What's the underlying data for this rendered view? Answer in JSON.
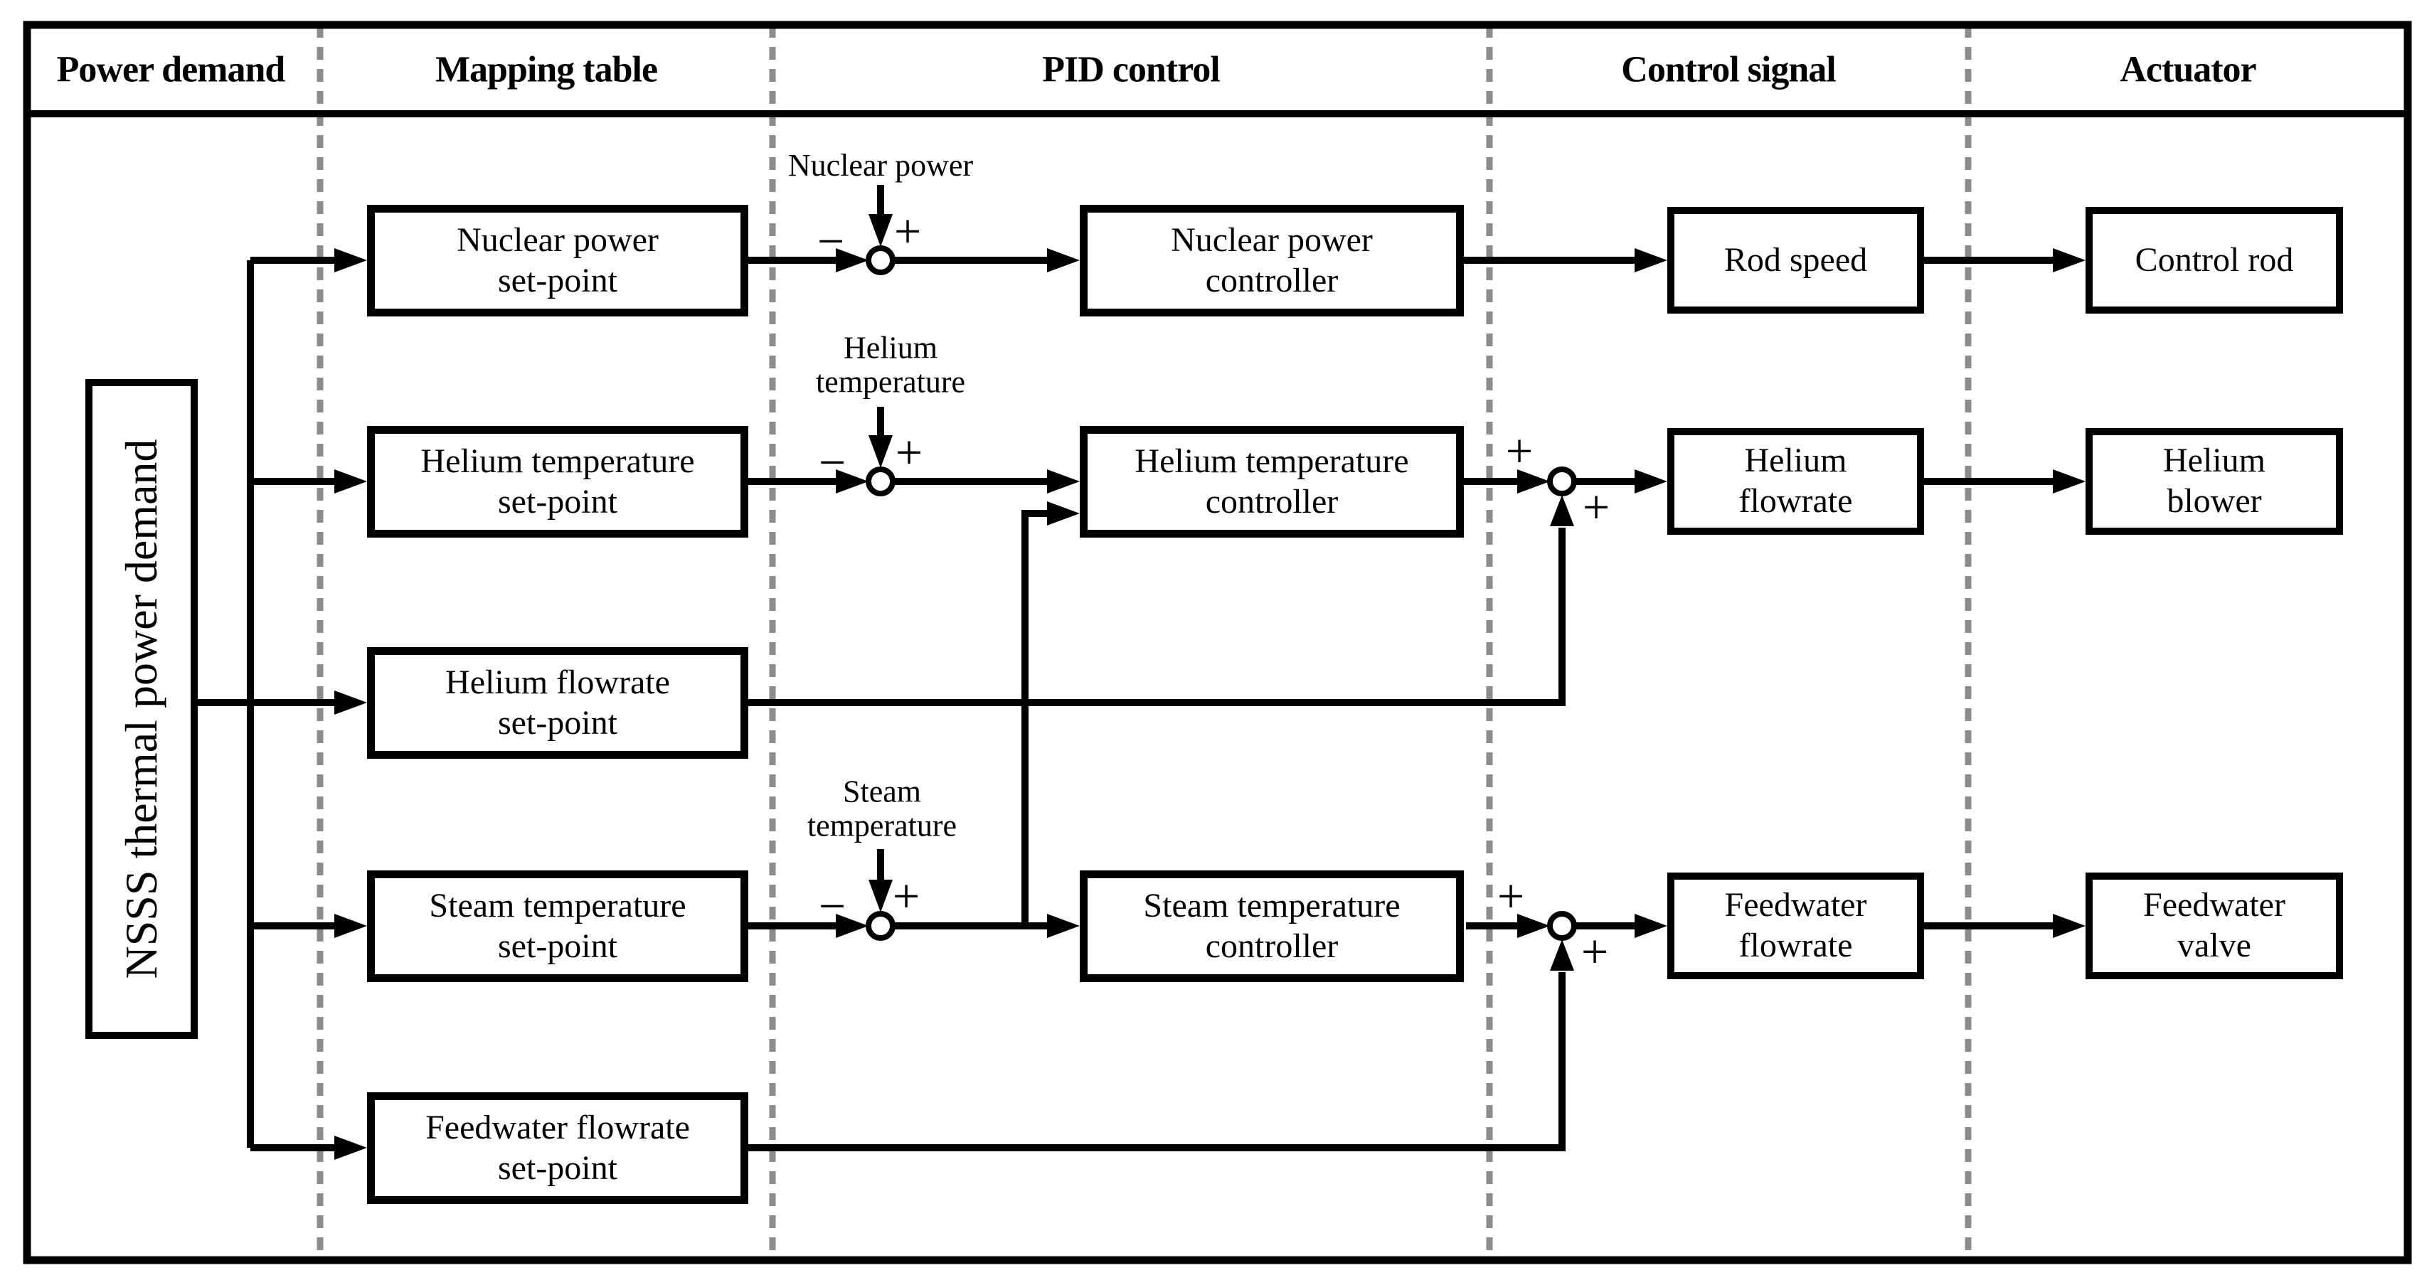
{
  "header": {
    "columns": [
      {
        "label": "Power demand"
      },
      {
        "label": "Mapping table"
      },
      {
        "label": "PID control"
      },
      {
        "label": "Control signal"
      },
      {
        "label": "Actuator"
      }
    ]
  },
  "source": {
    "label": "NSSS thermal power demand"
  },
  "mapping": {
    "boxes": [
      {
        "label": "Nuclear power\nset-point"
      },
      {
        "label": "Helium temperature\nset-point"
      },
      {
        "label": "Helium flowrate\nset-point"
      },
      {
        "label": "Steam temperature\nset-point"
      },
      {
        "label": "Feedwater flowrate\nset-point"
      }
    ]
  },
  "pid": {
    "controllers": [
      {
        "label": "Nuclear power\ncontroller"
      },
      {
        "label": "Helium temperature\ncontroller"
      },
      {
        "label": "Steam temperature\ncontroller"
      }
    ],
    "feedback_labels": [
      {
        "label": "Nuclear power"
      },
      {
        "label": "Helium\ntemperature"
      },
      {
        "label": "Steam\ntemperature"
      }
    ]
  },
  "signal": {
    "boxes": [
      {
        "label": "Rod speed"
      },
      {
        "label": "Helium\nflowrate"
      },
      {
        "label": "Feedwater\nflowrate"
      }
    ]
  },
  "actuator": {
    "boxes": [
      {
        "label": "Control rod"
      },
      {
        "label": "Helium\nblower"
      },
      {
        "label": "Feedwater\nvalve"
      }
    ]
  },
  "signs": {
    "minus": "−",
    "plus": "+"
  },
  "colors": {
    "line": "#000000",
    "dashed": "#8c8c8c",
    "background": "#ffffff"
  }
}
